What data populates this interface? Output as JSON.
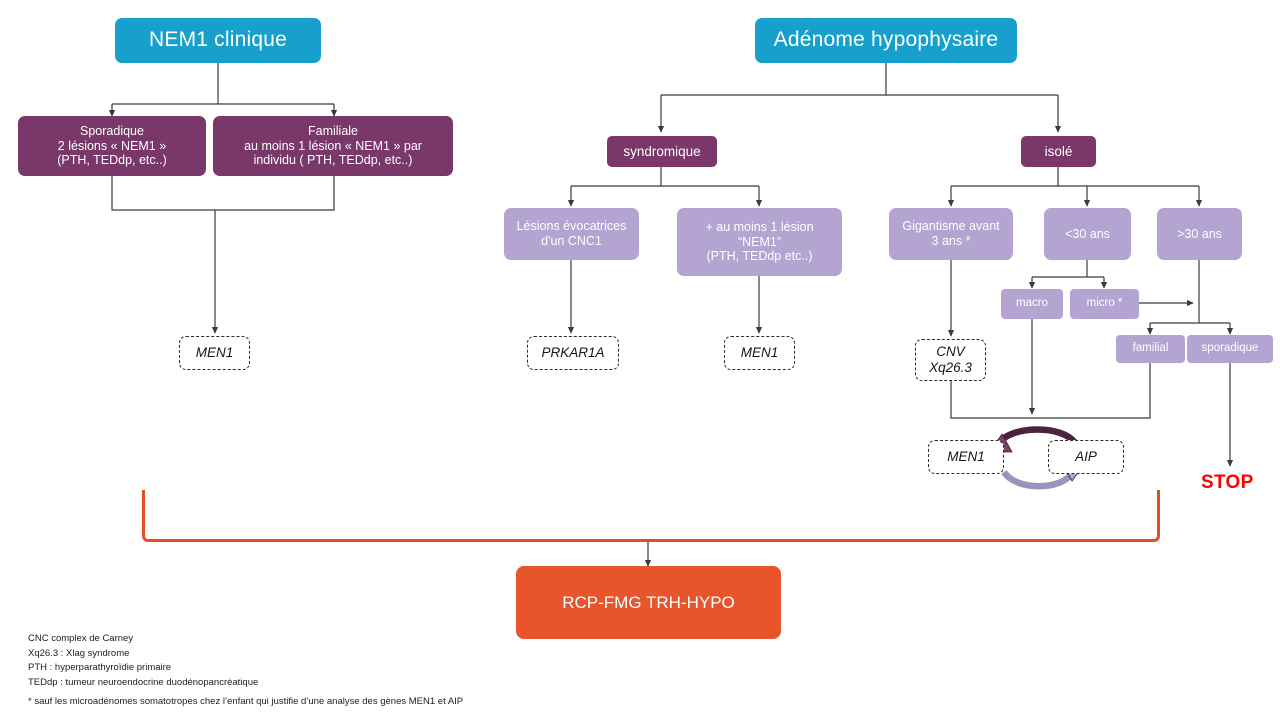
{
  "diagram": {
    "title_left": "NEM1 clinique",
    "title_right": "Adénome hypophysaire",
    "colors": {
      "header_teal": "#17A0CC",
      "dark_purple": "#79376A",
      "light_purple": "#B3A4D1",
      "orange": "#E8542B",
      "bracket_orange": "#E24E26",
      "stop_red": "#FF0000",
      "gene_box_border": "#2b2b2b"
    },
    "left_branch": {
      "sporadique": "Sporadique\n2 lésions « NEM1 »\n(PTH, TEDdp, etc..)",
      "familiale": "Familiale\nau moins 1 lésion « NEM1 » par\nindividu ( PTH, TEDdp, etc..)",
      "gene": "MEN1"
    },
    "right_branch": {
      "syndromique": "syndromique",
      "isole": "isolé",
      "syndromique_children": [
        {
          "label": "Lésions évocatrices\nd'un CNC1",
          "gene": "PRKAR1A"
        },
        {
          "label": "+ au moins 1 lésion\n“NEM1”\n(PTH, TEDdp etc..)",
          "gene": "MEN1"
        }
      ],
      "isole_children": [
        {
          "label": "Gigantisme avant\n3 ans *",
          "gene": "CNV\nXq26.3"
        },
        {
          "label": "<30 ans",
          "sub": [
            "macro",
            "micro *"
          ]
        },
        {
          "label": ">30 ans",
          "sub": [
            "familial",
            "sporadique"
          ]
        }
      ],
      "cycle_genes": [
        "MEN1",
        "AIP"
      ],
      "stop_label": "STOP"
    },
    "outcome": {
      "rcp_label": "RCP-FMG TRH-HYPO"
    },
    "legend": {
      "lines": "CNC complex de Carney\nXq26.3 : Xlag syndrome\nPTH : hyperparathyroïdie primaire\nTEDdp : tumeur neuroendocrine duodénopancréatique",
      "footnote": "* sauf les microadénomes somatotropes chez l’enfant qui justifie d’une analyse des gènes MEN1 et AIP"
    }
  }
}
